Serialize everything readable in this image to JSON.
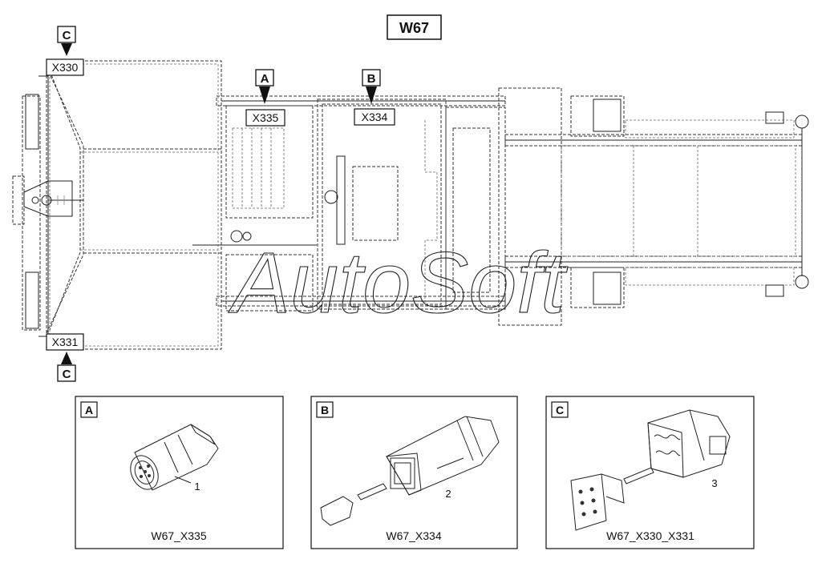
{
  "title": "W67",
  "callouts": {
    "c_top": {
      "letter": "C",
      "code": "X330"
    },
    "a": {
      "letter": "A",
      "code": "X335"
    },
    "b": {
      "letter": "B",
      "code": "X334"
    },
    "c_bottom": {
      "letter": "C",
      "code": "X331"
    }
  },
  "panels": [
    {
      "letter": "A",
      "part_number": "1",
      "caption": "W67_X335"
    },
    {
      "letter": "B",
      "part_number": "2",
      "caption": "W67_X334"
    },
    {
      "letter": "C",
      "part_number": "3",
      "caption": "W67_X330_X331"
    }
  ],
  "watermark": "AutoSoft"
}
